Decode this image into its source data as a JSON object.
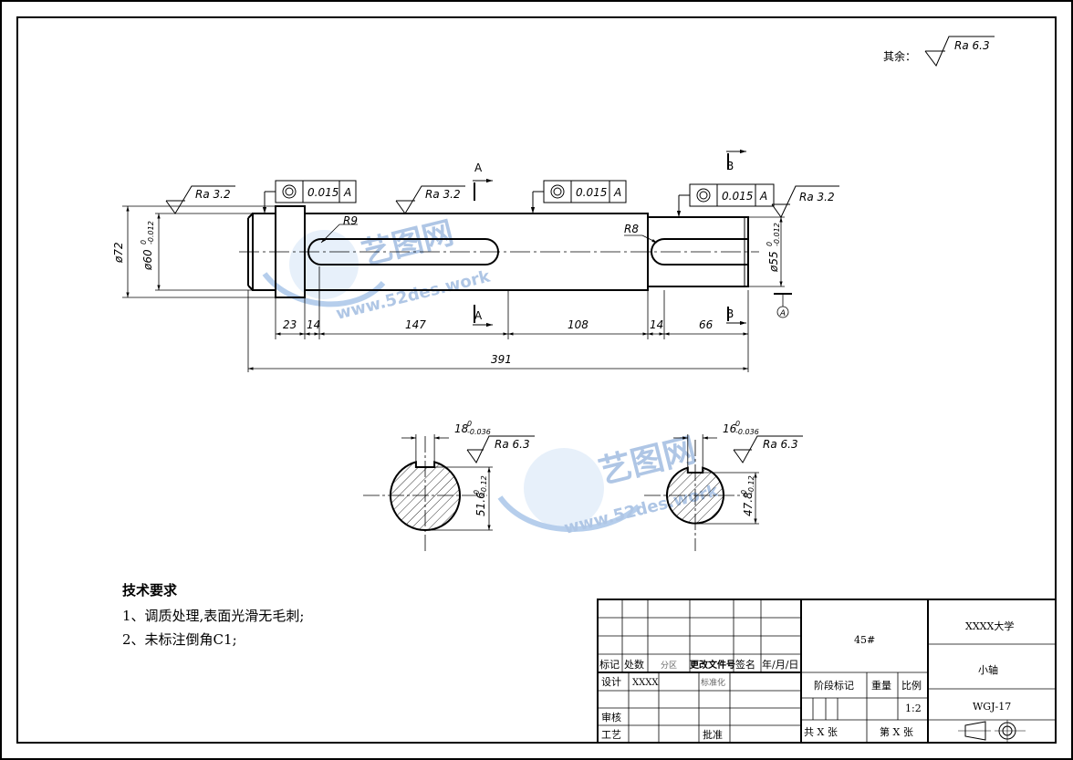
{
  "remaining_roughness": {
    "label": "其余：",
    "ra": "Ra 6.3"
  },
  "shaft": {
    "roughness_left": "Ra 3.2",
    "roughness_mid": "Ra 3.2",
    "roughness_right": "Ra 3.2",
    "tol_left": {
      "value": "0.015",
      "datum": "A"
    },
    "tol_mid": {
      "value": "0.015",
      "datum": "A"
    },
    "tol_right": {
      "value": "0.015",
      "datum": "A"
    },
    "radius_r9": "R9",
    "radius_r8": "R8",
    "dia_72": "ø72",
    "dia_60": "ø60",
    "dia_60_tol_upper": "0",
    "dia_60_tol_lower": "-0.012",
    "dia_55": "ø55",
    "dia_55_tol_upper": "0",
    "dia_55_tol_lower": "-0.012",
    "datum_label": "A",
    "section_a": "A",
    "section_b": "B",
    "len_23": "23",
    "len_14a": "14",
    "len_147": "147",
    "len_108": "108",
    "len_14b": "14",
    "len_66": "66",
    "len_total": "391"
  },
  "section_left": {
    "width": "18",
    "width_tol_upper": "0",
    "width_tol_lower": "-0.036",
    "depth": "51.6",
    "depth_tol_upper": "0",
    "depth_tol_lower": "-0.12",
    "ra": "Ra 6.3"
  },
  "section_right": {
    "width": "16",
    "width_tol_upper": "0",
    "width_tol_lower": "-0.036",
    "depth": "47.8",
    "depth_tol_upper": "0",
    "depth_tol_lower": "-0.12",
    "ra": "Ra 6.3"
  },
  "watermark": {
    "brand": "艺图网",
    "url": "www.52des.work"
  },
  "tech_requirements": {
    "heading": "技术要求",
    "items": [
      "1、调质处理,表面光滑无毛刺;",
      "2、未标注倒角C1;"
    ]
  },
  "title_block": {
    "col_mark": "标记",
    "col_count": "处数",
    "col_zone": "分区",
    "col_change_doc": "更改文件号",
    "col_sign": "签名",
    "col_date": "年/月/日",
    "design_label": "设计",
    "designer": "XXXX",
    "standard_label": "标准化",
    "review_label": "审核",
    "process_label": "工艺",
    "approve_label": "批准",
    "material": "45#",
    "stage_label": "阶段标记",
    "weight_label": "重量",
    "scale_label": "比例",
    "scale": "1:2",
    "total_sheets": "共  X  张",
    "sheet_no": "第  X  张",
    "school": "XXXX大学",
    "part_name": "小轴",
    "drawing_no": "WGJ-17"
  }
}
